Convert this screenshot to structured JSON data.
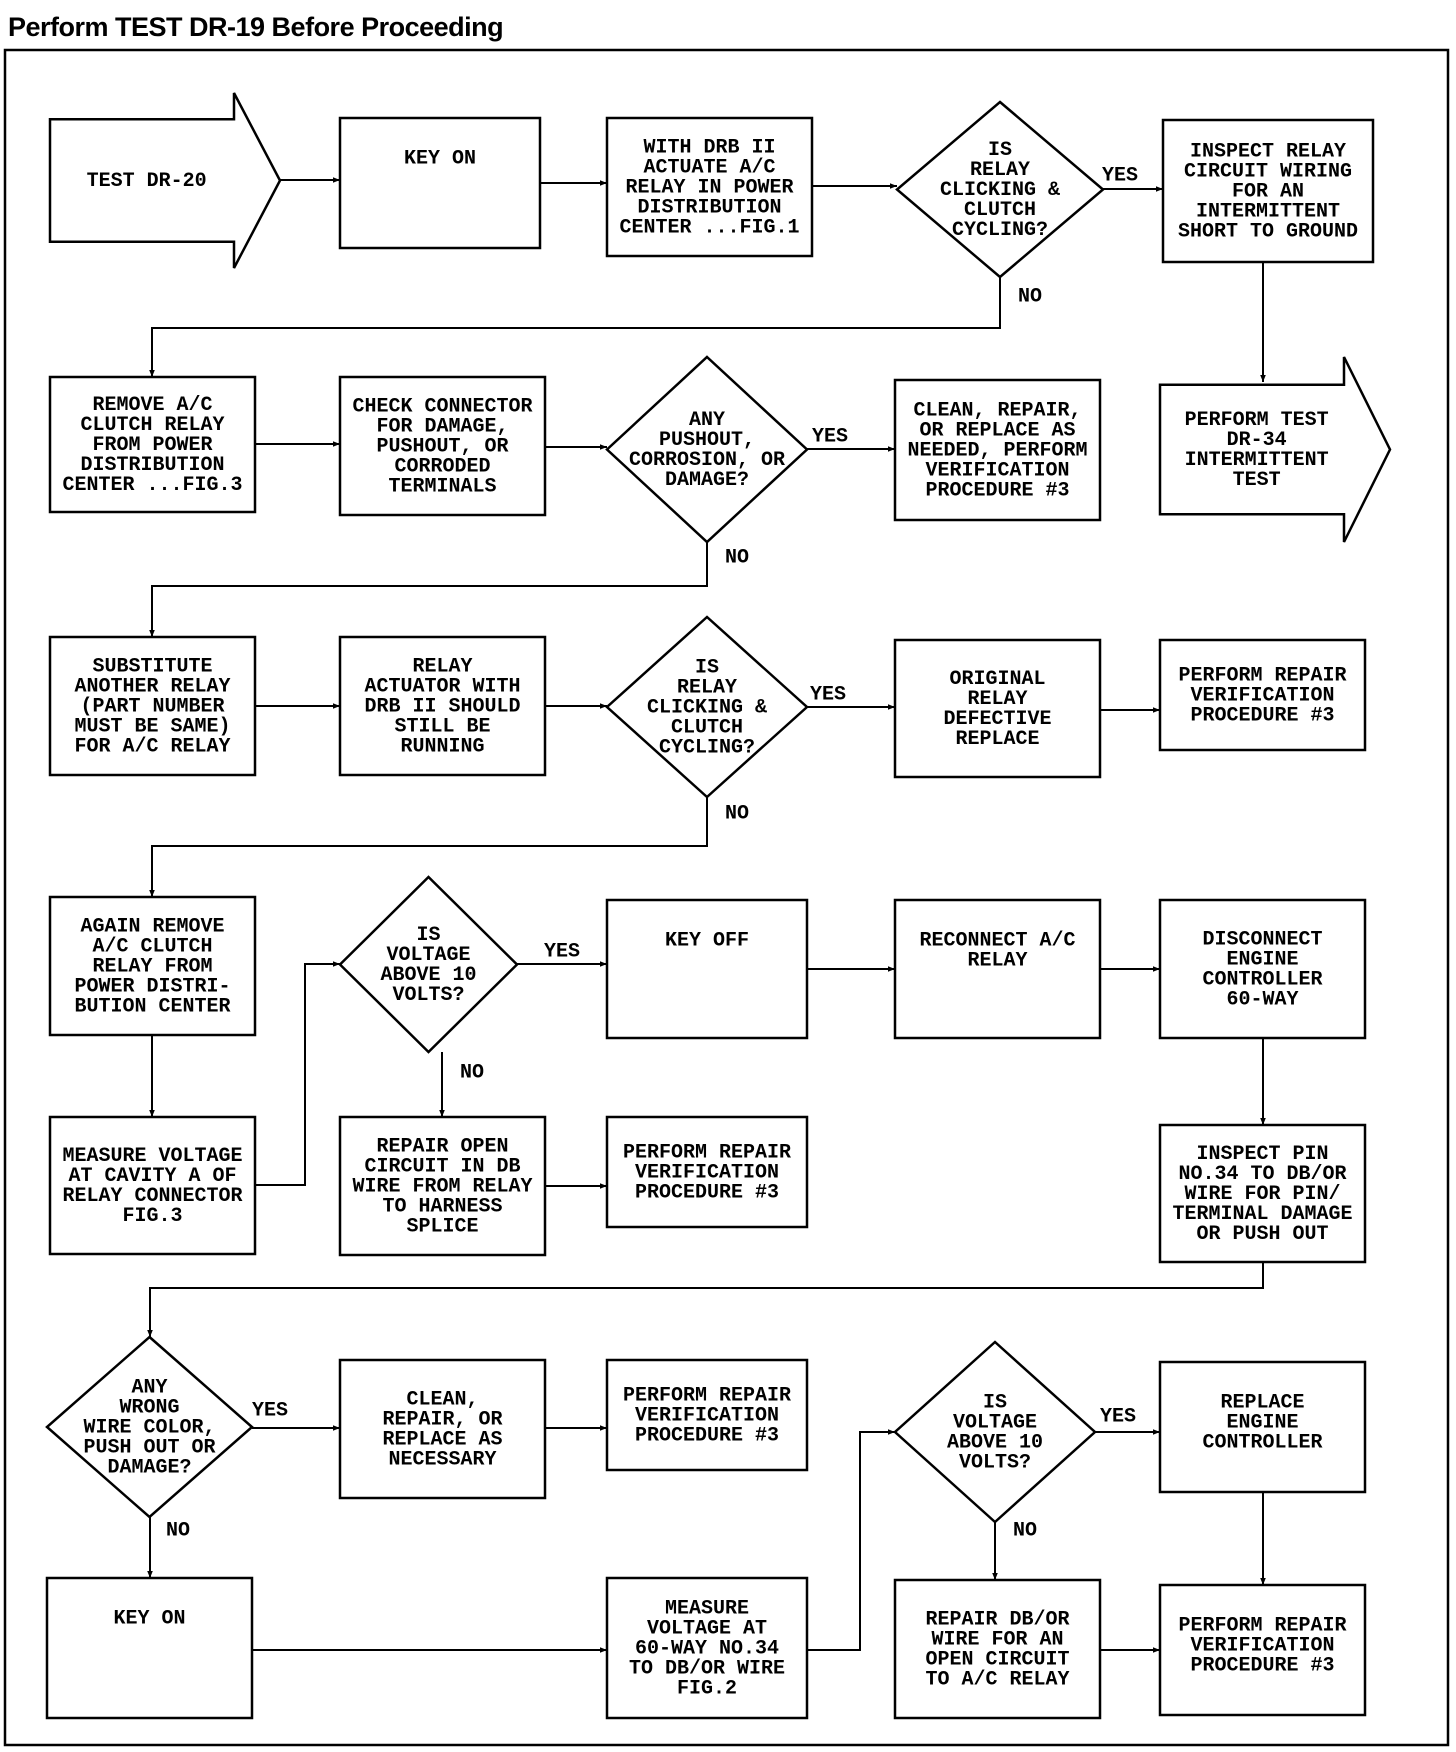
{
  "header": {
    "title": "Perform TEST DR-19 Before Proceeding"
  },
  "nodes": [
    {
      "id": "n1",
      "type": "arrow",
      "lines": [
        "TEST DR-20"
      ]
    },
    {
      "id": "n2",
      "type": "box",
      "lines": [
        "KEY ON"
      ]
    },
    {
      "id": "n3",
      "type": "box",
      "lines": [
        "WITH DRB II",
        "ACTUATE A/C",
        "RELAY IN POWER",
        "DISTRIBUTION",
        "CENTER ...FIG.1"
      ]
    },
    {
      "id": "n4",
      "type": "diamond",
      "lines": [
        "IS",
        "RELAY",
        "CLICKING &",
        "CLUTCH",
        "CYCLING?"
      ]
    },
    {
      "id": "n5",
      "type": "box",
      "lines": [
        "INSPECT RELAY",
        "CIRCUIT WIRING",
        "FOR AN",
        "INTERMITTENT",
        "SHORT TO GROUND"
      ]
    },
    {
      "id": "n6",
      "type": "box",
      "lines": [
        "REMOVE A/C",
        "CLUTCH RELAY",
        "FROM POWER",
        "DISTRIBUTION",
        "CENTER ...FIG.3"
      ]
    },
    {
      "id": "n7",
      "type": "box",
      "lines": [
        "CHECK CONNECTOR",
        "FOR DAMAGE,",
        "PUSHOUT, OR",
        "CORRODED",
        "TERMINALS"
      ]
    },
    {
      "id": "n8",
      "type": "diamond",
      "lines": [
        "ANY",
        "PUSHOUT,",
        "CORROSION, OR",
        "DAMAGE?"
      ]
    },
    {
      "id": "n9",
      "type": "box",
      "lines": [
        "CLEAN, REPAIR,",
        "OR REPLACE AS",
        "NEEDED, PERFORM",
        "VERIFICATION",
        "PROCEDURE #3"
      ]
    },
    {
      "id": "n10",
      "type": "arrow",
      "lines": [
        "PERFORM TEST",
        "DR-34",
        "INTERMITTENT",
        "TEST"
      ]
    },
    {
      "id": "n11",
      "type": "box",
      "lines": [
        "SUBSTITUTE",
        "ANOTHER RELAY",
        "(PART NUMBER",
        "MUST BE SAME)",
        "FOR A/C RELAY"
      ]
    },
    {
      "id": "n12",
      "type": "box",
      "lines": [
        "RELAY",
        "ACTUATOR WITH",
        "DRB II SHOULD",
        "STILL BE",
        "RUNNING"
      ]
    },
    {
      "id": "n13",
      "type": "diamond",
      "lines": [
        "IS",
        "RELAY",
        "CLICKING &",
        "CLUTCH",
        "CYCLING?"
      ]
    },
    {
      "id": "n14",
      "type": "box",
      "lines": [
        "ORIGINAL",
        "RELAY",
        "DEFECTIVE",
        "REPLACE"
      ]
    },
    {
      "id": "n15",
      "type": "box",
      "lines": [
        "PERFORM REPAIR",
        "VERIFICATION",
        "PROCEDURE #3"
      ]
    },
    {
      "id": "n16",
      "type": "box",
      "lines": [
        "AGAIN REMOVE",
        "A/C CLUTCH",
        "RELAY FROM",
        "POWER DISTRI-",
        "BUTION CENTER"
      ]
    },
    {
      "id": "n17",
      "type": "diamond",
      "lines": [
        "IS",
        "VOLTAGE",
        "ABOVE 10",
        "VOLTS?"
      ]
    },
    {
      "id": "n18",
      "type": "box",
      "lines": [
        "KEY OFF"
      ]
    },
    {
      "id": "n19",
      "type": "box",
      "lines": [
        "RECONNECT A/C",
        "RELAY"
      ]
    },
    {
      "id": "n20",
      "type": "box",
      "lines": [
        "DISCONNECT",
        "ENGINE",
        "CONTROLLER",
        "60-WAY"
      ]
    },
    {
      "id": "n21",
      "type": "box",
      "lines": [
        "MEASURE VOLTAGE",
        "AT CAVITY A OF",
        "RELAY CONNECTOR",
        "FIG.3"
      ]
    },
    {
      "id": "n22",
      "type": "box",
      "lines": [
        "REPAIR OPEN",
        "CIRCUIT IN DB",
        "WIRE FROM RELAY",
        "TO HARNESS",
        "SPLICE"
      ]
    },
    {
      "id": "n23",
      "type": "box",
      "lines": [
        "PERFORM REPAIR",
        "VERIFICATION",
        "PROCEDURE #3"
      ]
    },
    {
      "id": "n24",
      "type": "box",
      "lines": [
        "INSPECT PIN",
        "NO.34 TO DB/OR",
        "WIRE FOR PIN/",
        "TERMINAL DAMAGE",
        "OR PUSH OUT"
      ]
    },
    {
      "id": "n25",
      "type": "diamond",
      "lines": [
        "ANY",
        "WRONG",
        "WIRE COLOR,",
        "PUSH OUT OR",
        "DAMAGE?"
      ]
    },
    {
      "id": "n26",
      "type": "box",
      "lines": [
        "CLEAN,",
        "REPAIR, OR",
        "REPLACE AS",
        "NECESSARY"
      ]
    },
    {
      "id": "n27",
      "type": "box",
      "lines": [
        "PERFORM REPAIR",
        "VERIFICATION",
        "PROCEDURE #3"
      ]
    },
    {
      "id": "n28",
      "type": "diamond",
      "lines": [
        "IS",
        "VOLTAGE",
        "ABOVE 10",
        "VOLTS?"
      ]
    },
    {
      "id": "n29",
      "type": "box",
      "lines": [
        "REPLACE",
        "ENGINE",
        "CONTROLLER"
      ]
    },
    {
      "id": "n30",
      "type": "box",
      "lines": [
        "KEY ON"
      ]
    },
    {
      "id": "n31",
      "type": "box",
      "lines": [
        "MEASURE",
        "VOLTAGE AT",
        "60-WAY NO.34",
        "TO DB/OR WIRE",
        "FIG.2"
      ]
    },
    {
      "id": "n32",
      "type": "box",
      "lines": [
        "REPAIR DB/OR",
        "WIRE FOR AN",
        "OPEN CIRCUIT",
        "TO A/C RELAY"
      ]
    },
    {
      "id": "n33",
      "type": "box",
      "lines": [
        "PERFORM REPAIR",
        "VERIFICATION",
        "PROCEDURE #3"
      ]
    }
  ],
  "edges": [
    {
      "from": "n1",
      "to": "n2",
      "label": ""
    },
    {
      "from": "n2",
      "to": "n3",
      "label": ""
    },
    {
      "from": "n3",
      "to": "n4",
      "label": ""
    },
    {
      "from": "n4",
      "to": "n5",
      "label": "YES"
    },
    {
      "from": "n4",
      "to": "n6",
      "label": "NO"
    },
    {
      "from": "n5",
      "to": "n10",
      "label": ""
    },
    {
      "from": "n6",
      "to": "n7",
      "label": ""
    },
    {
      "from": "n7",
      "to": "n8",
      "label": ""
    },
    {
      "from": "n8",
      "to": "n9",
      "label": "YES"
    },
    {
      "from": "n8",
      "to": "n11",
      "label": "NO"
    },
    {
      "from": "n11",
      "to": "n12",
      "label": ""
    },
    {
      "from": "n12",
      "to": "n13",
      "label": ""
    },
    {
      "from": "n13",
      "to": "n14",
      "label": "YES"
    },
    {
      "from": "n13",
      "to": "n16",
      "label": "NO"
    },
    {
      "from": "n14",
      "to": "n15",
      "label": ""
    },
    {
      "from": "n16",
      "to": "n21",
      "label": ""
    },
    {
      "from": "n21",
      "to": "n17",
      "label": ""
    },
    {
      "from": "n17",
      "to": "n18",
      "label": "YES"
    },
    {
      "from": "n17",
      "to": "n22",
      "label": "NO"
    },
    {
      "from": "n18",
      "to": "n19",
      "label": ""
    },
    {
      "from": "n19",
      "to": "n20",
      "label": ""
    },
    {
      "from": "n20",
      "to": "n24",
      "label": ""
    },
    {
      "from": "n22",
      "to": "n23",
      "label": ""
    },
    {
      "from": "n24",
      "to": "n25",
      "label": ""
    },
    {
      "from": "n25",
      "to": "n26",
      "label": "YES"
    },
    {
      "from": "n25",
      "to": "n30",
      "label": "NO"
    },
    {
      "from": "n26",
      "to": "n27",
      "label": ""
    },
    {
      "from": "n30",
      "to": "n31",
      "label": ""
    },
    {
      "from": "n31",
      "to": "n28",
      "label": ""
    },
    {
      "from": "n28",
      "to": "n29",
      "label": "YES"
    },
    {
      "from": "n28",
      "to": "n32",
      "label": "NO"
    },
    {
      "from": "n29",
      "to": "n33",
      "label": ""
    },
    {
      "from": "n32",
      "to": "n33",
      "label": ""
    }
  ]
}
